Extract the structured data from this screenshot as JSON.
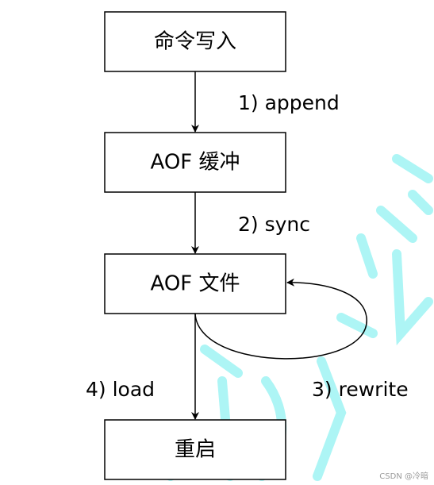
{
  "nodes": {
    "write_command": "命令写入",
    "aof_buffer": "AOF 缓冲",
    "aof_file": "AOF 文件",
    "restart": "重启"
  },
  "edges": {
    "append": "1) append",
    "sync": "2) sync",
    "rewrite": "3) rewrite",
    "load": "4) load"
  },
  "credit": "CSDN @冷暗",
  "colors": {
    "stroke": "#000000",
    "watermark": "#9ff3f3",
    "background": "#ffffff"
  }
}
